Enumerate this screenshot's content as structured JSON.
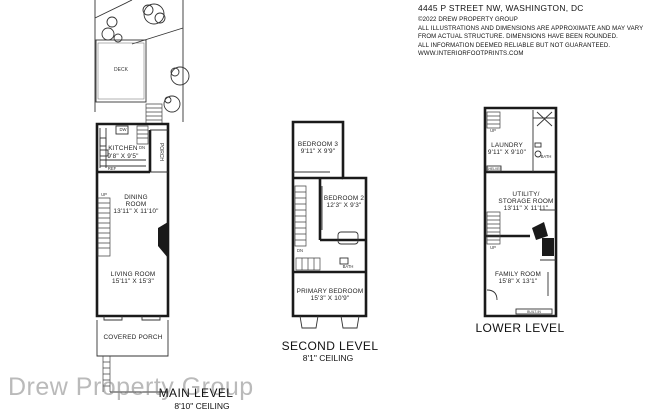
{
  "header": {
    "address": "4445 P STREET NW, WASHINGTON, DC",
    "copyright": "©2022 DREW PROPERTY GROUP",
    "disclaimer_1": "ALL ILLUSTRATIONS AND DIMENSIONS ARE APPROXIMATE AND MAY VARY",
    "disclaimer_2": "FROM ACTUAL STRUCTURE. DIMENSIONS HAVE BEEN ROUNDED.",
    "disclaimer_3": "ALL INFORMATION DEEMED RELIABLE BUT NOT GUARANTEED.",
    "website": "WWW.INTERIORFOOTPRINTS.COM"
  },
  "main_level": {
    "title": "MAIN LEVEL",
    "ceiling": "8'10\" CEILING",
    "deck": "DECK",
    "porch": "PORCH",
    "covered_porch": "COVERED PORCH",
    "kitchen": {
      "name": "KITCHEN",
      "dims": "9'8\" X 9'5\""
    },
    "dining": {
      "name": "DINING",
      "name2": "ROOM",
      "dims": "13'11\" X 11'10\""
    },
    "living": {
      "name": "LIVING ROOM",
      "dims": "15'11\" X 15'3\""
    },
    "tags": {
      "dw": "DW",
      "ref": "REF",
      "up": "UP",
      "dn": "DN"
    }
  },
  "second_level": {
    "title": "SECOND LEVEL",
    "ceiling": "8'1\" CEILING",
    "bedroom3": {
      "name": "BEDROOM 3",
      "dims": "9'11\" X 9'9\""
    },
    "bedroom2": {
      "name": "BEDROOM 2",
      "dims": "12'3\" X 9'3\""
    },
    "primary": {
      "name": "PRIMARY BEDROOM",
      "dims": "15'3\" X 10'9\""
    },
    "tags": {
      "bath": "BATH",
      "dn": "DN"
    }
  },
  "lower_level": {
    "title": "LOWER LEVEL",
    "laundry": {
      "name": "LAUNDRY",
      "dims": "9'11\" X 9'10\""
    },
    "utility": {
      "name": "UTILITY/",
      "name2": "STORAGE ROOM",
      "dims": "13'11\" X 11'11\""
    },
    "family": {
      "name": "FAMILY ROOM",
      "dims": "15'8\" X 13'1\""
    },
    "tags": {
      "bath": "BATH",
      "up": "UP",
      "shelves": "SHELVES",
      "built_in": "BUILT-IN"
    }
  },
  "watermark": "Drew Property Group"
}
